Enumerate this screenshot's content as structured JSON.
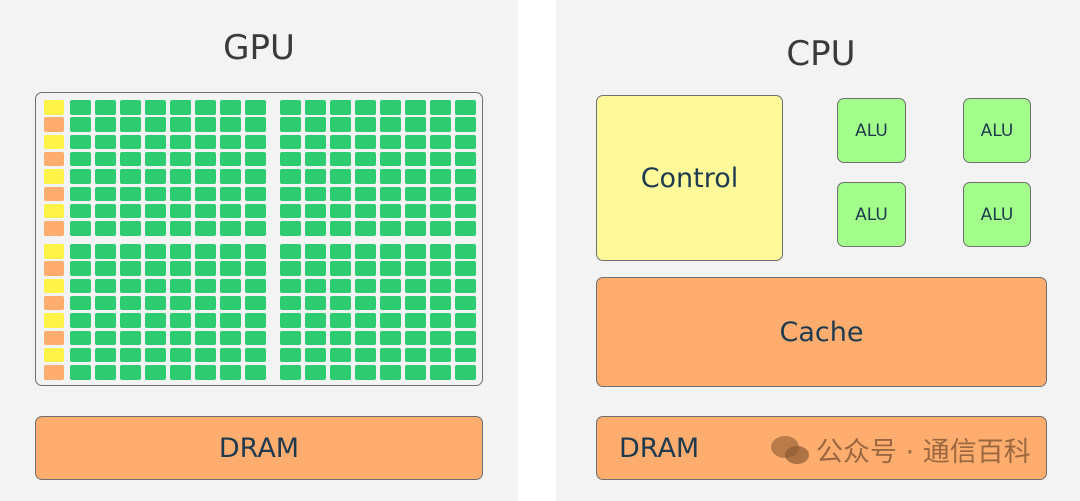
{
  "gpu": {
    "title": "GPU",
    "dram_label": "DRAM",
    "grid": {
      "quadrant_rows": 8,
      "quadrant_cols": 8,
      "quadrants": 4
    },
    "colors": {
      "core": "#2ecc71",
      "control": "#fff347",
      "cache": "#ffad6e"
    }
  },
  "cpu": {
    "title": "CPU",
    "control_label": "Control",
    "alus": [
      "ALU",
      "ALU",
      "ALU",
      "ALU"
    ],
    "cache_label": "Cache",
    "dram_label": "DRAM"
  },
  "watermark": {
    "text": "公众号 · 通信百科",
    "icon": "wechat-icon"
  }
}
